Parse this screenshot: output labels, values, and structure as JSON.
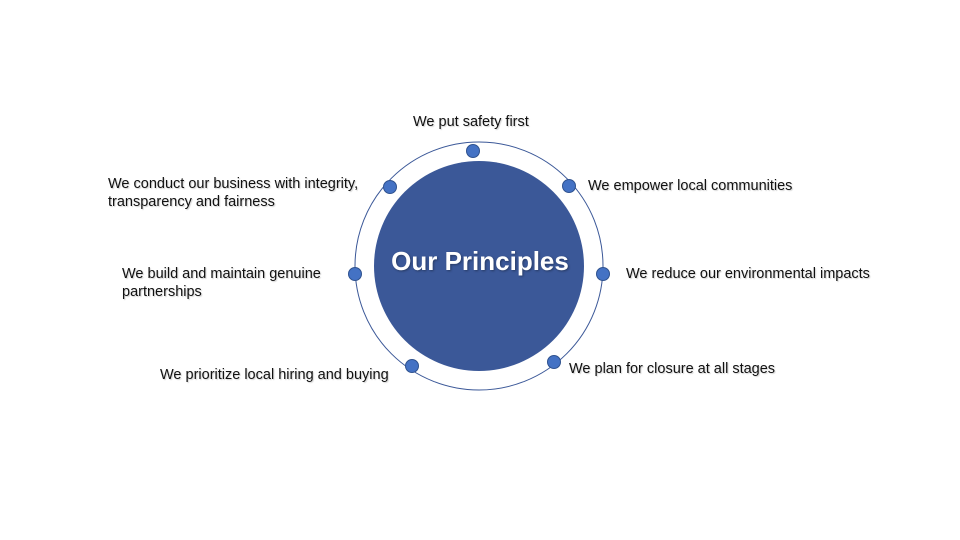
{
  "center": {
    "title": "Our Principles"
  },
  "principles": [
    {
      "text": "We put safety first"
    },
    {
      "text": "We empower local communities"
    },
    {
      "text": "We reduce our environmental impacts"
    },
    {
      "text": "We plan for closure at all stages"
    },
    {
      "text": "We prioritize local hiring and buying"
    },
    {
      "text": "We build and maintain genuine partnerships"
    },
    {
      "text": "We conduct our business with integrity, transparency and fairness"
    }
  ],
  "colors": {
    "circle_fill": "#3B5898",
    "ring_stroke": "#3B5898",
    "node_fill": "#4472C4",
    "node_stroke": "#2F528F",
    "label_text": "#111111",
    "background": "#FFFFFF"
  }
}
